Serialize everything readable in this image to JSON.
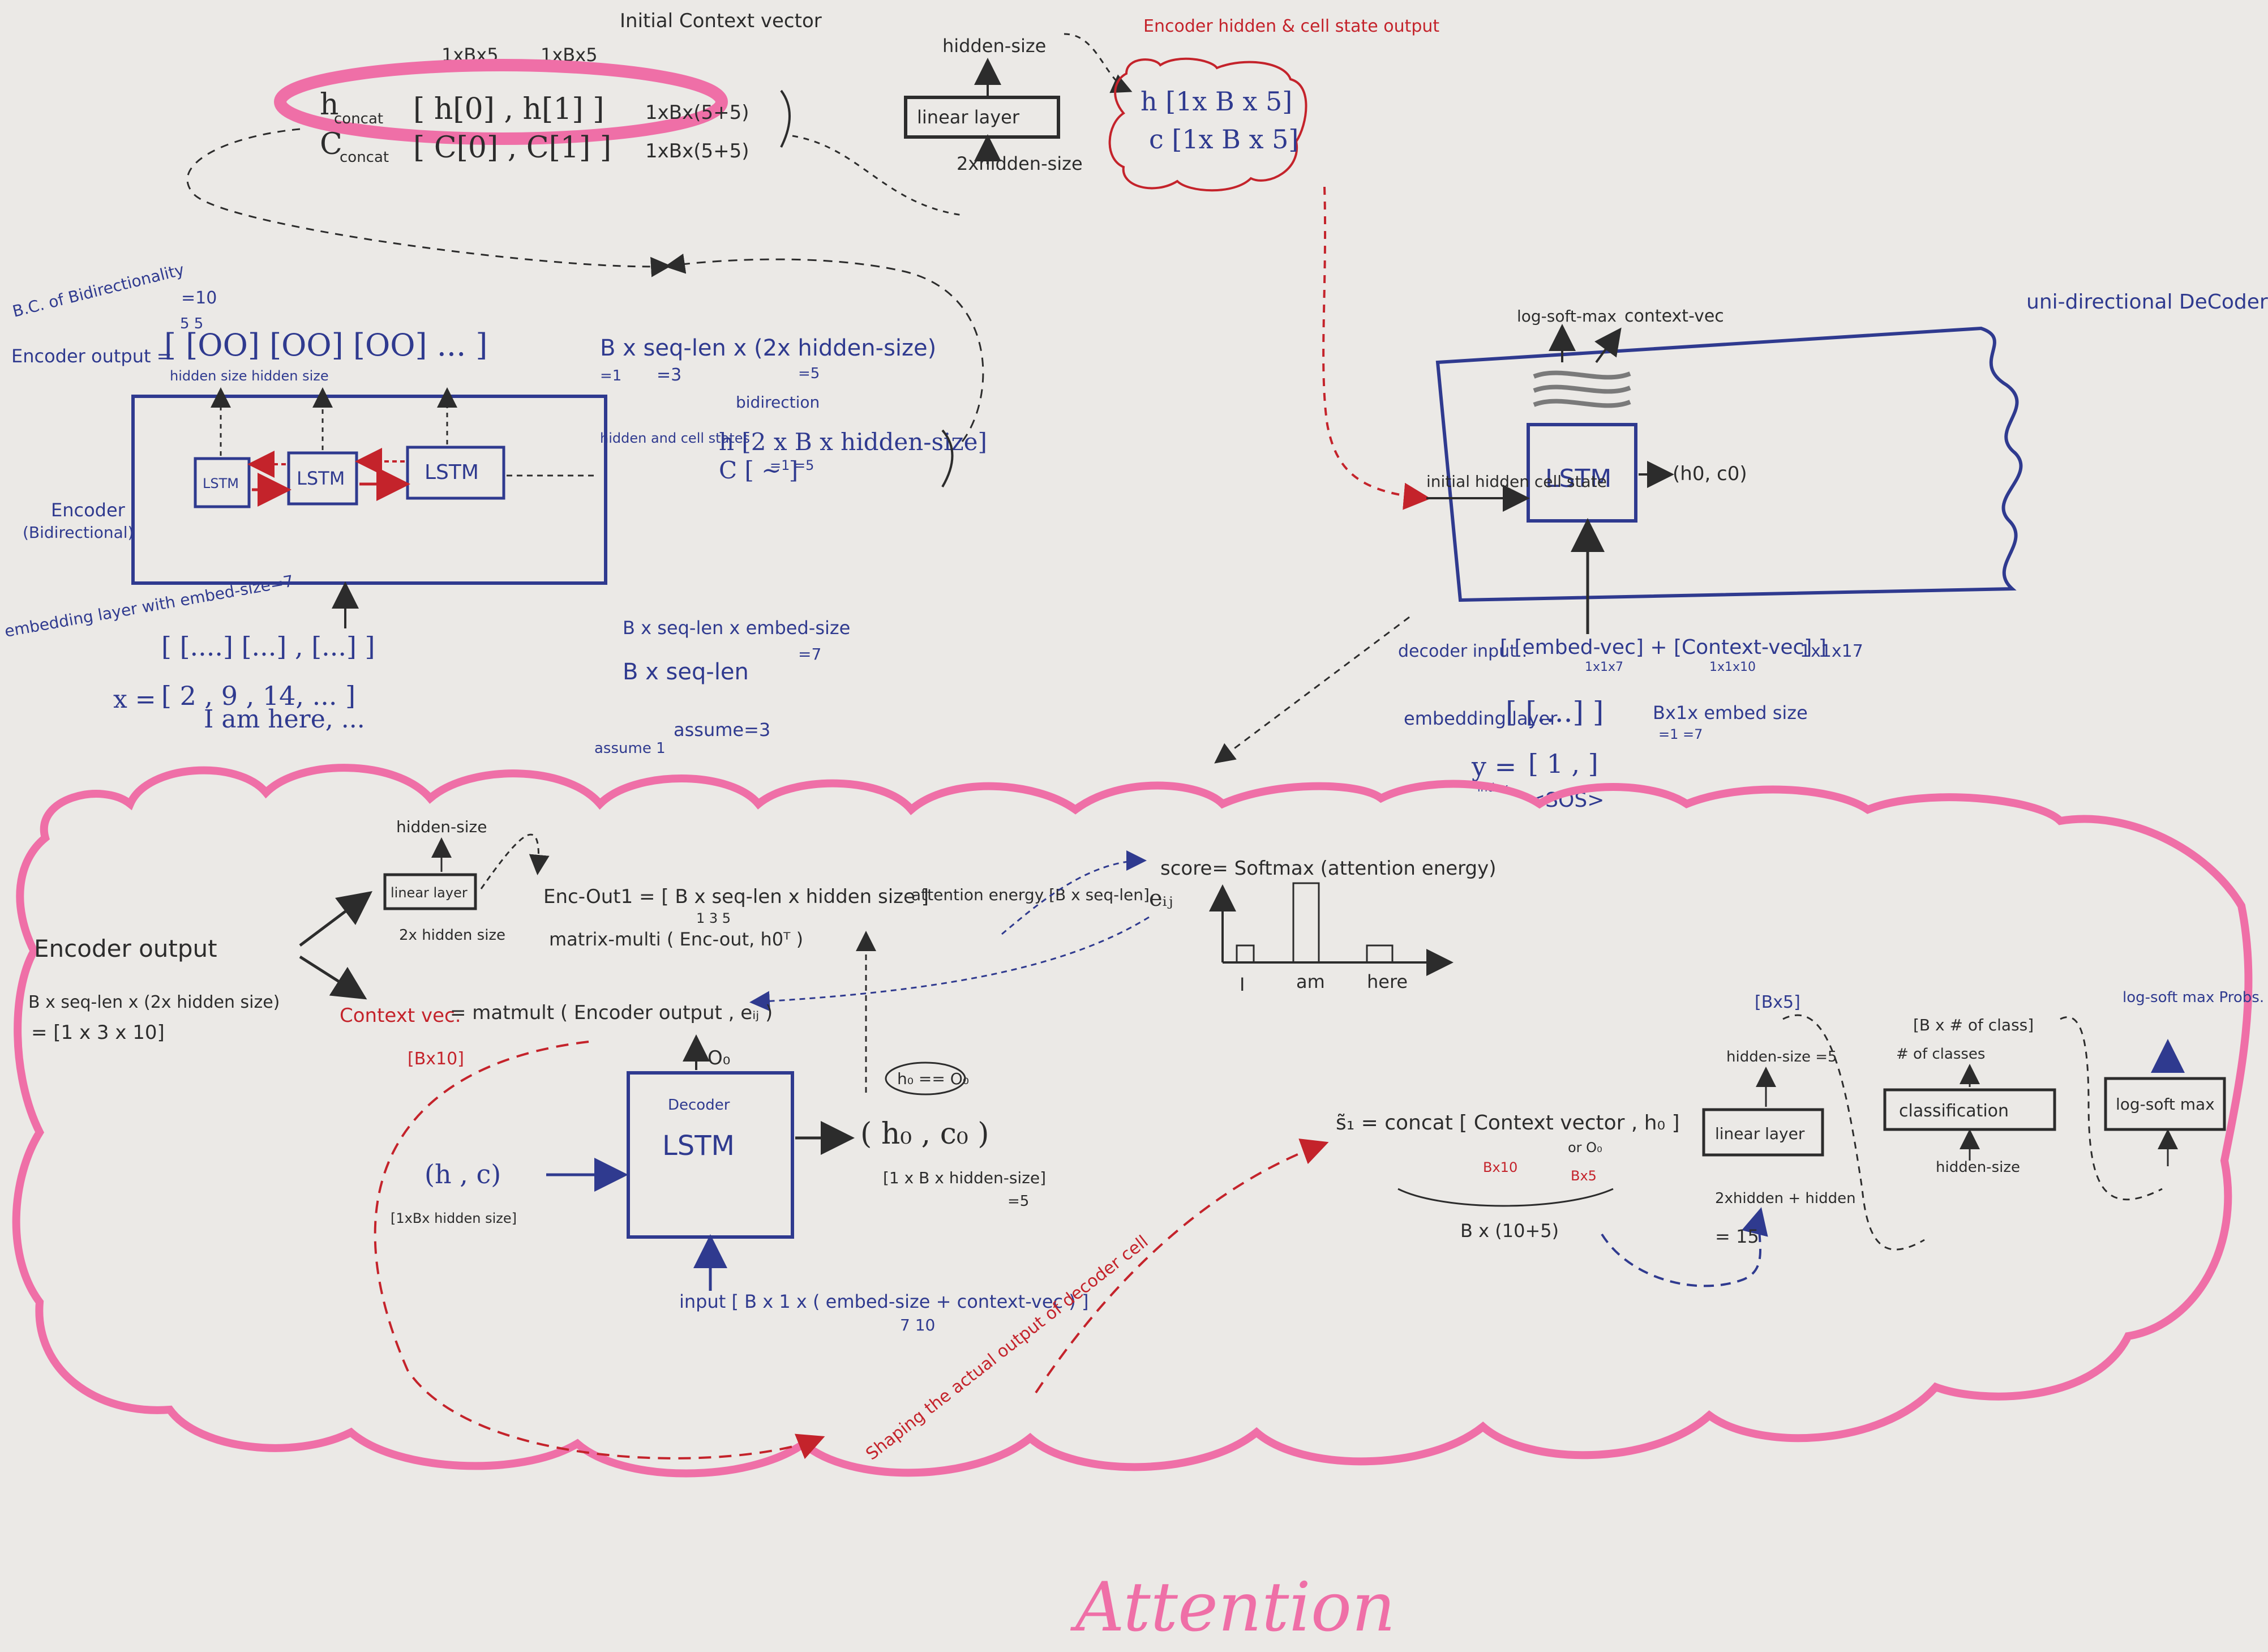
{
  "sheet": {
    "background": "#ebe9e6",
    "ink_blue": "#2f3a8f",
    "ink_red": "#c4232b",
    "ink_dark": "#2c2c2c",
    "highlighter_pink": "#ef6fa7"
  },
  "top": {
    "initial_context_vector": "Initial Context vector",
    "dim_h0": "1xBx5",
    "dim_h1": "1xBx5",
    "h_concat": "h",
    "h_concat_sub": "concat",
    "h_concat_expr": "[ h[0] , h[1] ]",
    "h_concat_dims": "1xBx(5+5)",
    "c_concat": "C",
    "c_concat_sub": "concat",
    "c_concat_expr": "[ C[0] , C[1] ]",
    "c_concat_dims": "1xBx(5+5)",
    "linear_layer": "linear layer",
    "hidden_size_top": "hidden-size",
    "two_x_hidden": "2xhidden-size",
    "encoder_hc_output": "Encoder hidden & cell state output",
    "h_out": "h [1x B x 5]",
    "c_out": "c [1x B x 5]"
  },
  "encoder": {
    "bc_bidirectionality": "B.C. of Bidirectionality",
    "eq10": "=10",
    "fives": "5    5",
    "encoder_output_label": "Encoder output =",
    "output_brackets": "[ [OO]   [OO]   [OO] ... ]",
    "hidden_size_labels": "hidden size   hidden size",
    "output_dims": "B x seq-len x (2x hidden-size)",
    "eq1": "=1",
    "eq3": "=3",
    "eq5": "=5",
    "lstm1": "LSTM",
    "lstm2": "LSTM",
    "lstm3": "LSTM",
    "block_label": "Encoder",
    "block_sublabel": "(Bidirectional)",
    "hidden_cell_states": "hidden and cell states",
    "bidirection": "bidirection",
    "h_bi": "h [2 x B x hidden-size]",
    "c_bi": "C [ ~ ]",
    "h_bi_eq": "=1      =5"
  },
  "embedding": {
    "layer_label": "embedding layer with embed-size=7",
    "brackets": "[ [....]   [...]   ,   [...] ]",
    "dims": "B x seq-len x embed-size",
    "eq7": "=7",
    "x_label": "x =",
    "x_vals": "[ 2 ,   9   ,    14, ... ]",
    "x_dims": "B x seq-len",
    "words": "I     am          here, ...",
    "assume1": "assume 1",
    "assume3": "assume=3"
  },
  "decoder": {
    "title": "uni-directional DeCoder.",
    "lstm": "LSTM",
    "initial_state": "initial hidden cell state",
    "out_state": "(h0, c0)",
    "log_softmax": "log-soft-max",
    "context_vec": "context-vec",
    "input_label": "decoder input :",
    "input_expr": "[ [embed-vec] + [Context-vec] ]",
    "input_dims_a": "1x1x7",
    "input_dims_b": "1x1x10",
    "input_dims_total": "1x1x17",
    "embed_label": "embedding layer",
    "embed_expr": "[ [....] ]",
    "embed_dims": "Bx1x embed size",
    "embed_eq": "=1     =7",
    "y_label": "y =",
    "y_index": "index",
    "y_expr": "[ 1 ,  ]",
    "sos": "<SOS>"
  },
  "attention": {
    "title": "Attention",
    "hidden_size": "hidden-size",
    "linear_layer": "linear layer",
    "two_x_hidden": "2x hidden size",
    "enc_out_label": "Encoder output",
    "enc_out_dims": "B x seq-len x (2x hidden size)",
    "enc_out_eq": "= [1 x 3 x 10]",
    "enc_out1": "Enc-Out1 = [ B x seq-len x hidden size ]",
    "enc_out1_eq": "1       3       5",
    "matmul": "matrix-multi ( Enc-out, h0ᵀ )",
    "attention_energy": "attention energy [B x seq-len]",
    "score": "score= Softmax (attention energy)",
    "eij": "eᵢⱼ",
    "bar_I": "I",
    "bar_am": "am",
    "bar_here": "here",
    "context_vec": "Context vec.",
    "context_eq": "= matmult ( Encoder output , eᵢⱼ )",
    "context_dims": "[Bx10]",
    "o0": "O₀",
    "h0eqo0": "h₀ == O₀",
    "decoder_small": "Decoder",
    "lstm": "LSTM",
    "hc_in": "(h , c)",
    "hc_in_dims": "[1xBx hidden size]",
    "h0c0": "( h₀ , c₀ )",
    "h0c0_dims": "[1 x B x hidden-size]",
    "h0c0_eq": "=5",
    "input": "input [ B x 1 x ( embed-size + context-vec ) ]",
    "input_eq": "7        10",
    "shaping": "Shaping the actual output of decoder cell",
    "s1": "s̃₁ = concat [ Context vector , h₀ ]",
    "s1_sub_a": "Bx10",
    "s1_sub_b": "or O₀",
    "s1_sub_c": "Bx5",
    "s1_dims": "B x (10+5)",
    "bx5": "[Bx5]",
    "hidden_size5": "hidden-size =5",
    "linear_layer2": "linear layer",
    "two_x_hidden_plus": "2xhidden + hidden",
    "eq15": "= 15",
    "classes": "[B x # of class]",
    "num_classes": "# of classes",
    "classification": "classification",
    "hidden_size_c": "hidden-size",
    "log_soft_max_probs": "log-soft max Probs.",
    "log_soft_max": "log-soft max"
  }
}
